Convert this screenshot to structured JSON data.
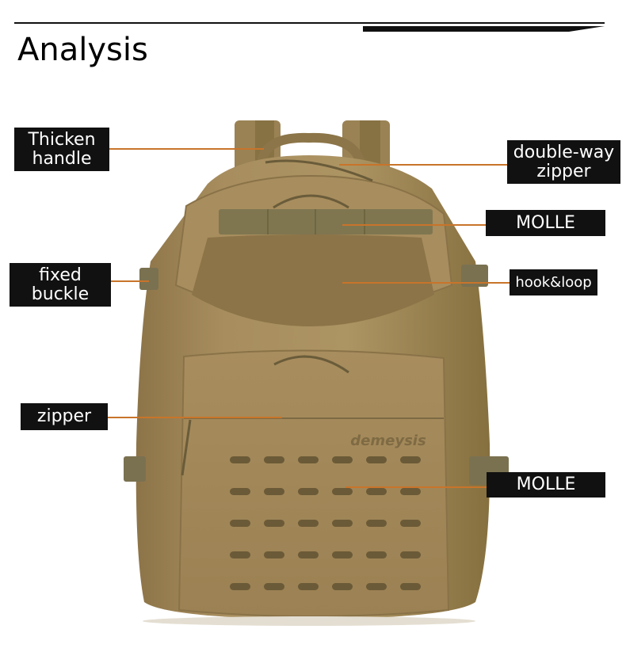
{
  "header": {
    "title": "Analysis"
  },
  "labels": {
    "thicken_handle": "Thicken\nhandle",
    "double_way_zipper": "double-way\nzipper",
    "molle_top": "MOLLE",
    "fixed_buckle": "fixed\nbuckle",
    "hook_loop": "hook&loop",
    "zipper": "zipper",
    "molle_bottom": "MOLLE"
  },
  "product": {
    "brand_mark": "demeysis"
  },
  "colors": {
    "label_bg": "#111111",
    "label_text": "#ffffff",
    "leader_line": "#c8742a",
    "fabric": "#a48a5c",
    "fabric_dark": "#8a7248",
    "webbing": "#7f7650"
  }
}
